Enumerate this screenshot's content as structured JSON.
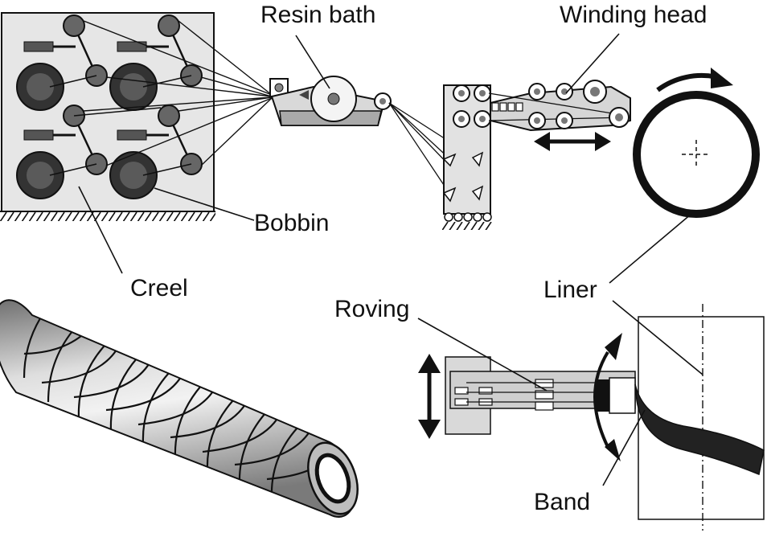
{
  "labels": {
    "resin_bath": "Resin bath",
    "winding_head": "Winding head",
    "bobbin": "Bobbin",
    "creel": "Creel",
    "liner": "Liner",
    "roving": "Roving",
    "band": "Band"
  },
  "colors": {
    "ink": "#111111",
    "panel": "#e6e6e6",
    "mid_gray": "#8a8a8a",
    "dark_gray": "#4a4a4a",
    "light_gray": "#cfcfcf"
  }
}
